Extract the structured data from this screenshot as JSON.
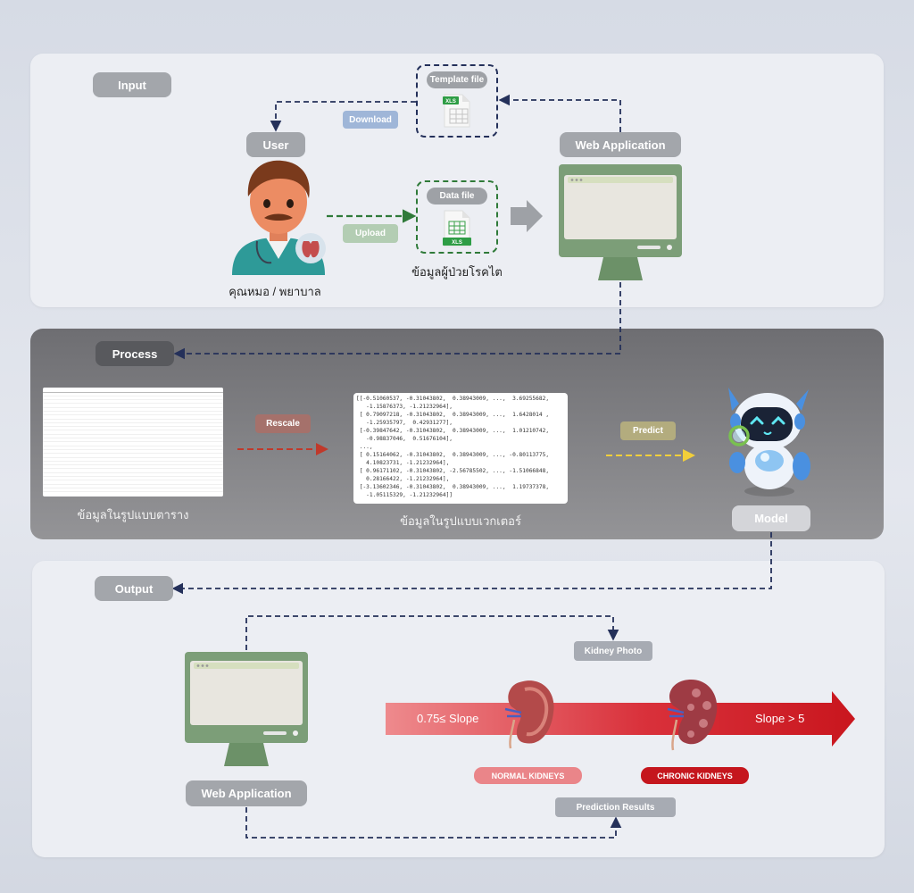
{
  "sections": {
    "input": "Input",
    "process": "Process",
    "output": "Output"
  },
  "input": {
    "user_label": "User",
    "user_caption": "คุณหมอ / พยาบาล",
    "web_app_label": "Web Application",
    "template_file_label": "Template file",
    "template_file_ext": "XLS",
    "download_label": "Download",
    "upload_label": "Upload",
    "data_file_label": "Data file",
    "data_file_ext": "XLS",
    "data_file_caption": "ข้อมูลผู้ป่วยโรคไต"
  },
  "process": {
    "rescale_label": "Rescale",
    "predict_label": "Predict",
    "model_label": "Model",
    "table_caption": "ข้อมูลในรูปแบบตาราง",
    "vector_caption": "ข้อมูลในรูปแบบเวกเตอร์",
    "vector_lines": [
      "[[-0.51060537, -0.31043802,  0.38943009, ...,  3.69255682,",
      "   -1.15876373, -1.21232964],",
      " [ 0.79097218, -0.31043802,  0.38943009, ...,  1.6428014 ,",
      "   -1.25935797,  0.42931277],",
      " [-0.39847642, -0.31043802,  0.38943009, ...,  1.01210742,",
      "   -0.98837046,  0.51676104],",
      " ...,",
      " [ 0.15164062, -0.31043802,  0.38943009, ..., -0.80113775,",
      "   4.10823731, -1.21232964],",
      " [ 0.96171102, -0.31043802, -2.56785502, ..., -1.51066848,",
      "   0.28166422, -1.21232964],",
      " [-3.13602346, -0.31043802,  0.38943009, ...,  1.19737378,",
      "   -1.05115329, -1.21232964]]"
    ]
  },
  "output": {
    "web_app_label": "Web Application",
    "kidney_photo_label": "Kidney Photo",
    "slope_low_label": "0.75≤ Slope",
    "slope_high_label": "Slope > 5",
    "normal_label": "NORMAL KIDNEYS",
    "chronic_label": "CHRONIC KIDNEYS",
    "prediction_results_label": "Prediction Results"
  },
  "colors": {
    "download_chip": "#9fb6d8",
    "upload_chip": "#b3cdb3",
    "rescale_chip": "#a5716b",
    "predict_chip": "#b3ac7e",
    "flow_navy": "#24305a",
    "upload_green": "#2f7a39",
    "rescale_red": "#c0392b",
    "predict_yellow": "#f2cf3a",
    "arrow_red": "#d8232a",
    "normal_badge": "#ea8589",
    "chronic_badge": "#c5161d"
  },
  "icons": [
    "doctor-avatar-icon",
    "monitor-icon",
    "spreadsheet-icon",
    "robot-icon",
    "kidney-icon"
  ]
}
